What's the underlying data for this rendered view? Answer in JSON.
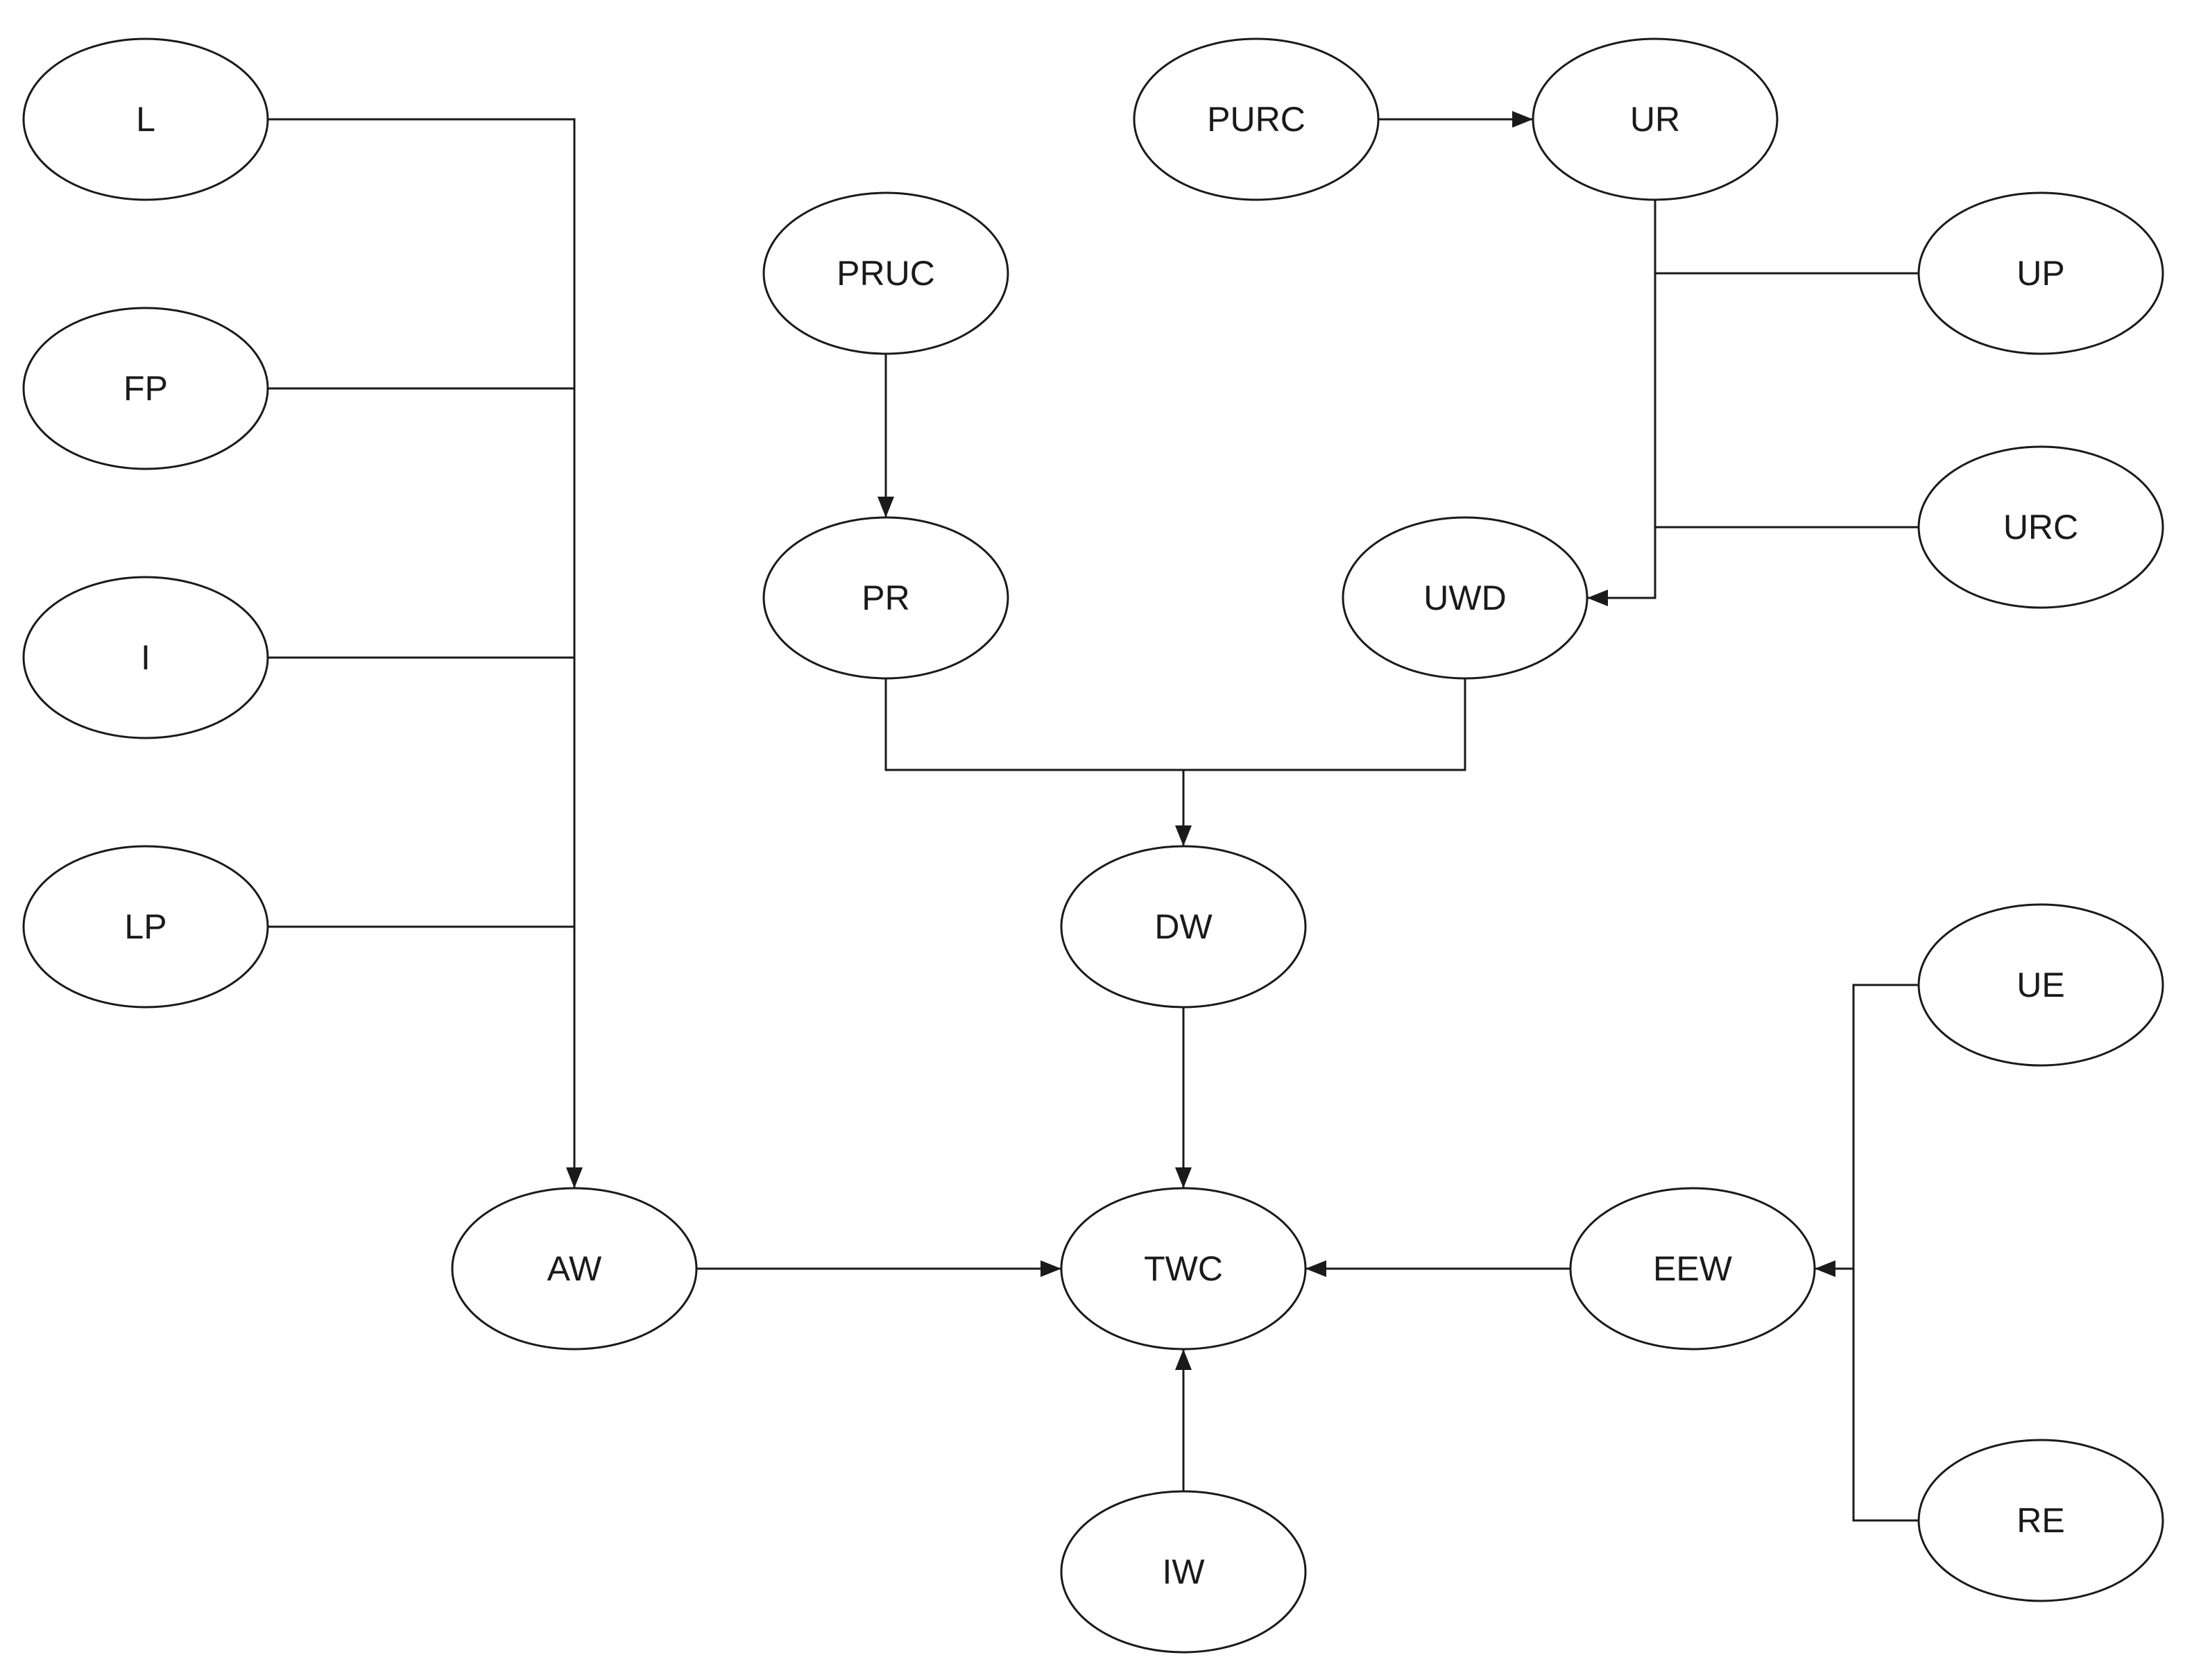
{
  "diagram": {
    "nodes": [
      {
        "id": "L",
        "label": "L"
      },
      {
        "id": "FP",
        "label": "FP"
      },
      {
        "id": "I",
        "label": "I"
      },
      {
        "id": "LP",
        "label": "LP"
      },
      {
        "id": "AW",
        "label": "AW"
      },
      {
        "id": "PRUC",
        "label": "PRUC"
      },
      {
        "id": "PR",
        "label": "PR"
      },
      {
        "id": "PURC",
        "label": "PURC"
      },
      {
        "id": "UR",
        "label": "UR"
      },
      {
        "id": "UP",
        "label": "UP"
      },
      {
        "id": "URC",
        "label": "URC"
      },
      {
        "id": "UWD",
        "label": "UWD"
      },
      {
        "id": "DW",
        "label": "DW"
      },
      {
        "id": "TWC",
        "label": "TWC"
      },
      {
        "id": "IW",
        "label": "IW"
      },
      {
        "id": "EEW",
        "label": "EEW"
      },
      {
        "id": "UE",
        "label": "UE"
      },
      {
        "id": "RE",
        "label": "RE"
      }
    ],
    "edges": [
      {
        "from": "L",
        "to": "AW"
      },
      {
        "from": "FP",
        "to": "AW"
      },
      {
        "from": "I",
        "to": "AW"
      },
      {
        "from": "LP",
        "to": "AW"
      },
      {
        "from": "PRUC",
        "to": "PR"
      },
      {
        "from": "PURC",
        "to": "UR"
      },
      {
        "from": "UR",
        "to": "UWD"
      },
      {
        "from": "UP",
        "to": "UWD"
      },
      {
        "from": "URC",
        "to": "UWD"
      },
      {
        "from": "PR",
        "to": "DW"
      },
      {
        "from": "UWD",
        "to": "DW"
      },
      {
        "from": "AW",
        "to": "TWC"
      },
      {
        "from": "DW",
        "to": "TWC"
      },
      {
        "from": "EEW",
        "to": "TWC"
      },
      {
        "from": "IW",
        "to": "TWC"
      },
      {
        "from": "UE",
        "to": "EEW"
      },
      {
        "from": "RE",
        "to": "EEW"
      }
    ]
  }
}
